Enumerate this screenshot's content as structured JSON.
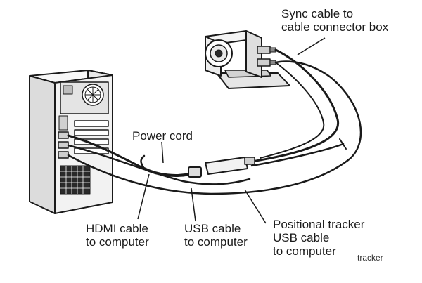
{
  "labels": {
    "sync_cable": [
      "Sync cable to",
      "cable connector box"
    ],
    "power_cord": "Power cord",
    "hdmi_cable": [
      "HDMI cable",
      "to computer"
    ],
    "usb_cable": [
      "USB cable",
      "to computer"
    ],
    "positional_tracker_usb": [
      "Positional tracker",
      "USB cable",
      "to computer"
    ],
    "tracker": "tracker"
  },
  "colors": {
    "line": "#1a1a1a",
    "fill_light": "#f2f2f2",
    "fill_dark": "#2a2a2a",
    "background": "#ffffff"
  }
}
